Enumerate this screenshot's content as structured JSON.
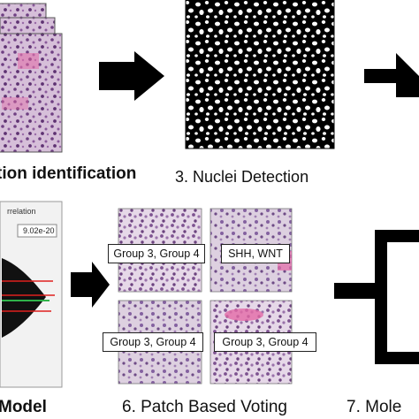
{
  "steps": {
    "step2": {
      "label": "tion identification"
    },
    "step3": {
      "label": "3.  Nuclei Detection"
    },
    "step5": {
      "label": "Model",
      "panel_title": "rrelation",
      "panel_value": "9.02e-20"
    },
    "step6": {
      "label": "6.  Patch Based Voting"
    },
    "step7": {
      "label": "7. Mole"
    }
  },
  "patches": [
    {
      "vote": "Group 3, Group 4"
    },
    {
      "vote": "SHH, WNT"
    },
    {
      "vote": "Group 3, Group 4"
    },
    {
      "vote": "Group 3, Group 4"
    }
  ],
  "colors": {
    "he_stain_light": "#d9c2dc",
    "he_stain_dark": "#7b4a8c",
    "eosin_pink": "#e36aa6",
    "mask_black": "#000000",
    "arrow": "#000000",
    "plot_red": "#e0201e",
    "plot_green": "#2fb34a"
  },
  "icons": [
    "arrow-right-icon",
    "arrow-right-icon",
    "arrow-right-icon",
    "arrow-right-icon"
  ]
}
